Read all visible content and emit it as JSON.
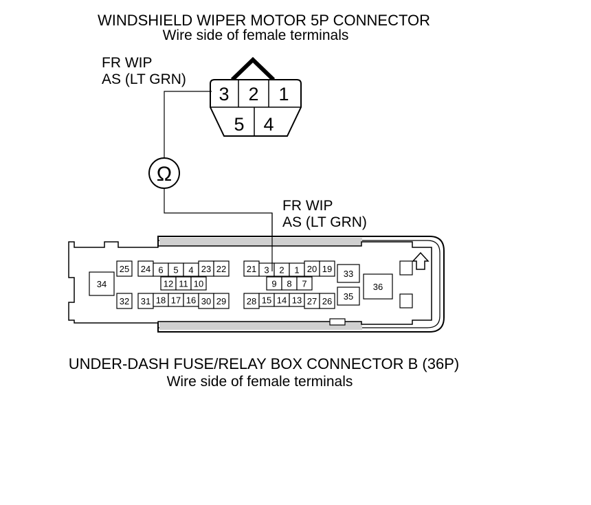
{
  "top_connector": {
    "title": "WINDSHIELD WIPER MOTOR 5P CONNECTOR",
    "subtitle": "Wire side of female terminals",
    "wire_label_line1": "FR WIP",
    "wire_label_line2": "AS (LT GRN)",
    "pins_top": [
      "3",
      "2",
      "1"
    ],
    "pins_bottom": [
      "5",
      "4"
    ]
  },
  "meter": {
    "symbol": "Ω",
    "icon": "ohmmeter-icon"
  },
  "bottom_connector": {
    "title": "UNDER-DASH FUSE/RELAY BOX CONNECTOR B (36P)",
    "subtitle": "Wire side of female terminals",
    "wire_label_line1": "FR WIP",
    "wire_label_line2": "AS (LT GRN)",
    "pins": {
      "p34": "34",
      "p25": "25",
      "p32": "32",
      "p24": "24",
      "p6": "6",
      "p5": "5",
      "p4": "4",
      "p23": "23",
      "p22": "22",
      "p12": "12",
      "p11": "11",
      "p10": "10",
      "p31": "31",
      "p18": "18",
      "p17": "17",
      "p16": "16",
      "p30": "30",
      "p29": "29",
      "p21": "21",
      "p3": "3",
      "p2": "2",
      "p1": "1",
      "p20": "20",
      "p19": "19",
      "p9": "9",
      "p8": "8",
      "p7": "7",
      "p28": "28",
      "p15": "15",
      "p14": "14",
      "p13": "13",
      "p27": "27",
      "p26": "26",
      "p33": "33",
      "p35": "35",
      "p36": "36"
    },
    "lock_icon": "up-arrow-icon"
  }
}
